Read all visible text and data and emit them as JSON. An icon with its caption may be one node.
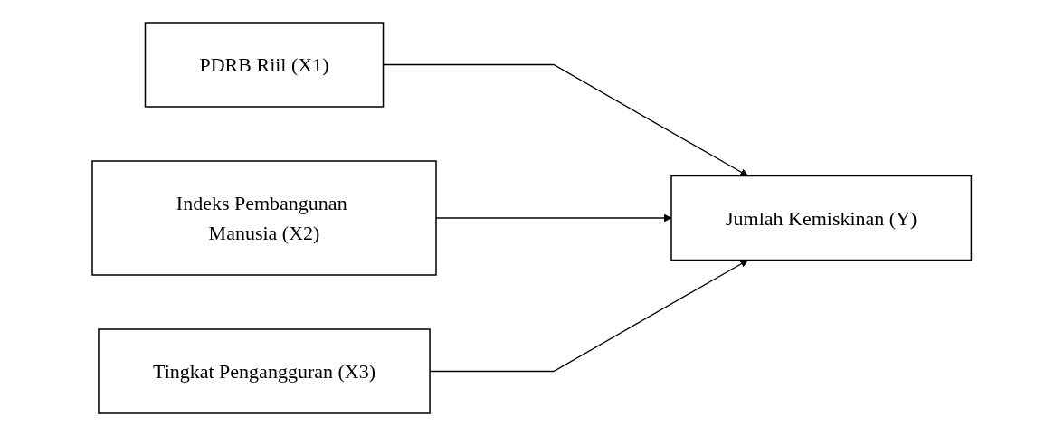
{
  "diagram": {
    "nodes": [
      {
        "text": [
          "PDRB Riil (X1)"
        ]
      },
      {
        "text": [
          "Indeks Pembangunan Manusia (X2)"
        ]
      },
      {
        "text": [
          "Tingkat Pengangguran (X3)"
        ]
      },
      {
        "text": [
          "Jumlah Kemiskinan (Y)"
        ]
      }
    ],
    "edges": [
      {
        "from": 0,
        "to": 3,
        "arrow": "to"
      },
      {
        "from": 1,
        "to": 3,
        "arrow": "to"
      },
      {
        "from": 2,
        "to": 3,
        "arrow": "to"
      }
    ]
  }
}
